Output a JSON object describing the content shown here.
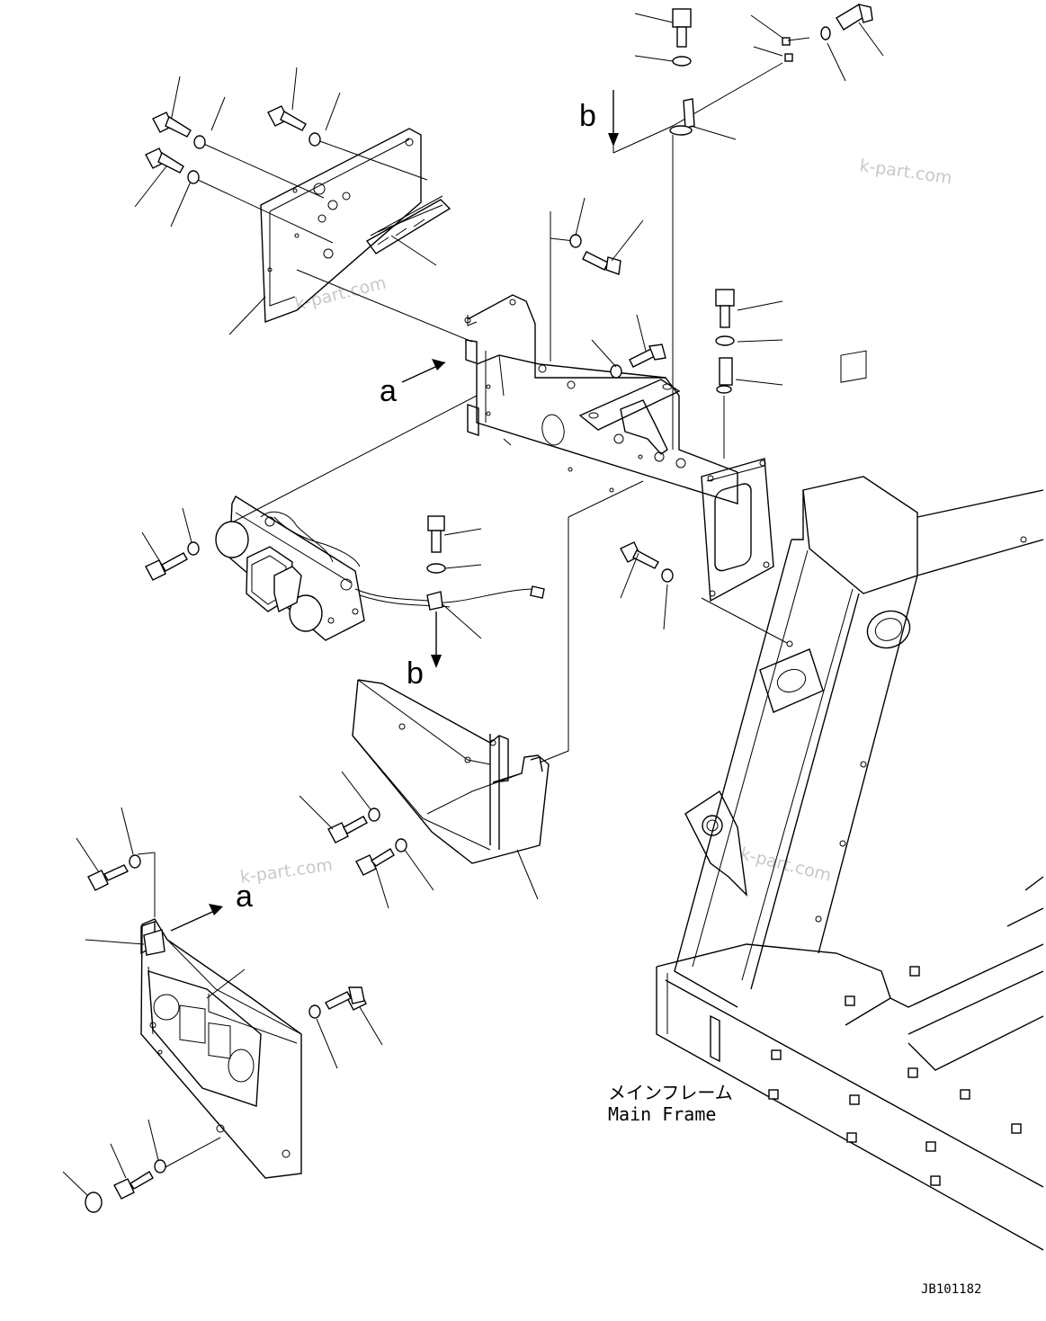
{
  "labels": {
    "a": "a",
    "b": "b"
  },
  "caption": {
    "jp": "メインフレーム",
    "en": "Main Frame"
  },
  "drawing_code": "JB101182",
  "watermark": "k-part.com"
}
